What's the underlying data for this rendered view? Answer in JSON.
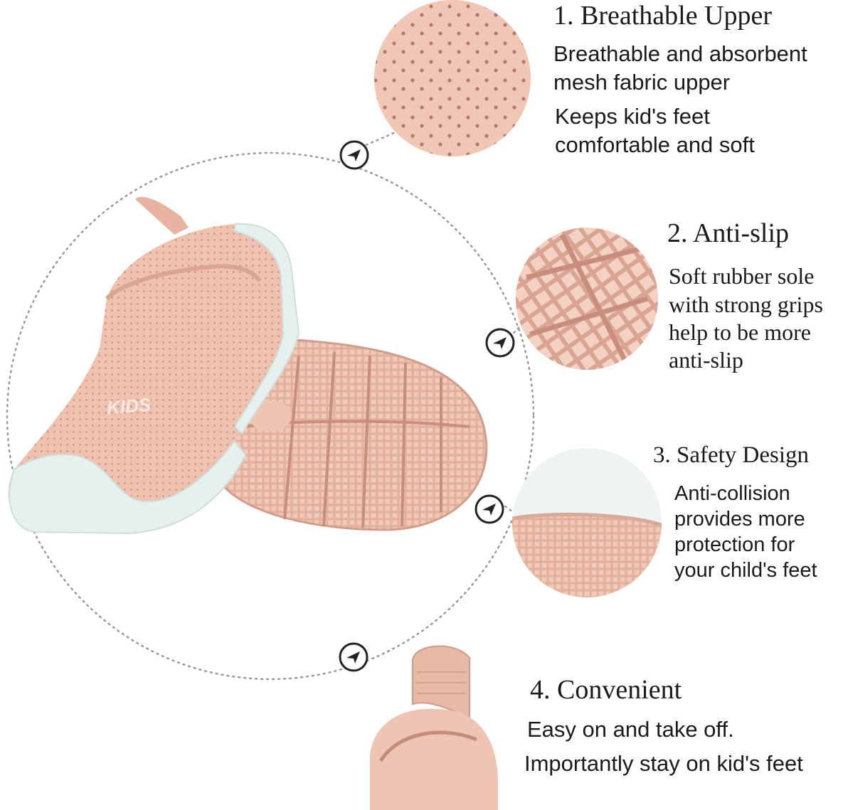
{
  "colors": {
    "mesh_pink": "#efc2b0",
    "sole_pink": "#e6b6a4",
    "toe_cap_white": "#e7f0ee",
    "dotted_guide": "#9a9a9a",
    "marker_ring": "#222222"
  },
  "features": [
    {
      "title": "1. Breathable Upper",
      "lines": [
        "Breathable and absorbent",
        "mesh fabric upper",
        "Keeps kid's feet",
        "comfortable and soft"
      ]
    },
    {
      "title": "2. Anti-slip",
      "lines": [
        "Soft rubber sole",
        "with strong grips",
        "help to be more",
        "anti-slip"
      ]
    },
    {
      "title": "3. Safety Design",
      "lines": [
        "Anti-collision",
        "provides more",
        "protection for",
        "your child's feet"
      ]
    },
    {
      "title": "4. Convenient",
      "lines": [
        "Easy on and take off.",
        "Importantly stay on kid's feet"
      ]
    }
  ],
  "product": {
    "shoe_brand_text": "KIDS"
  },
  "icons": {
    "marker": "navigation-arrow-icon"
  }
}
